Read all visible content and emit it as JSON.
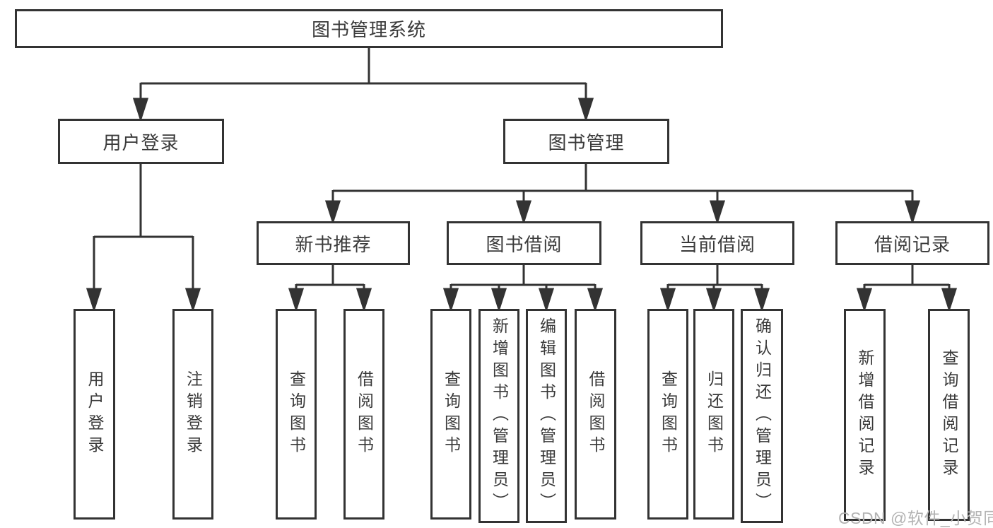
{
  "diagram": {
    "root": {
      "label": "图书管理系统"
    },
    "level2": [
      {
        "label": "用户登录"
      },
      {
        "label": "图书管理"
      }
    ],
    "level3": [
      {
        "label": "新书推荐"
      },
      {
        "label": "图书借阅"
      },
      {
        "label": "当前借阅"
      },
      {
        "label": "借阅记录"
      }
    ],
    "leaves": {
      "user_login": [
        "用户登录",
        "注销登录"
      ],
      "new_book": [
        "查询图书",
        "借阅图书"
      ],
      "book_borrow": [
        "查询图书",
        "新增图书（管理员）",
        "编辑图书（管理员）",
        "借阅图书"
      ],
      "current_borrow": [
        "查询图书",
        "归还图书",
        "确认归还（管理员）"
      ],
      "borrow_records": [
        "新增借阅记录",
        "查询借阅记录"
      ]
    }
  },
  "watermark": {
    "text": "CSDN @软件_小贺同学"
  },
  "colors": {
    "line": "#333333",
    "box_border": "#333333",
    "text": "#3a3a3a",
    "watermark": "#b3b3b3",
    "background": "#ffffff"
  }
}
